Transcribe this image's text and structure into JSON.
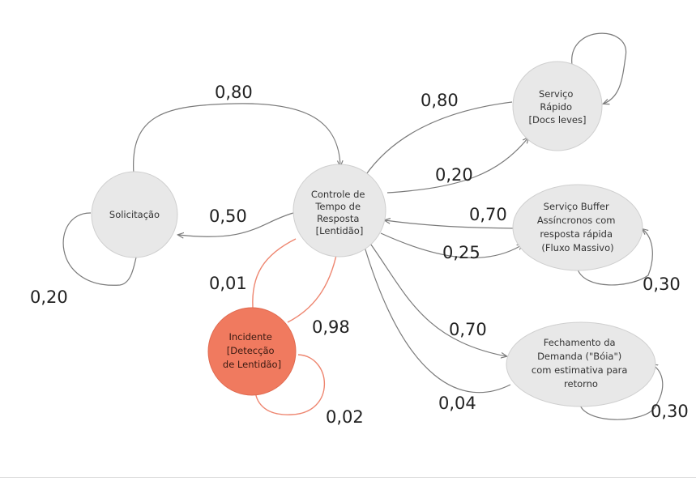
{
  "colors": {
    "node_fill": "#e8e8e8",
    "incident_fill": "#f07a5f",
    "edge_gray": "#7a7a7a",
    "edge_red": "#ee8670"
  },
  "nodes": {
    "solicitacao": [
      "Solicitação"
    ],
    "controle": [
      "Controle de",
      "Tempo de",
      "Resposta",
      "[Lentidão]"
    ],
    "servico_rapido": [
      "Serviço",
      "Rápido",
      "[Docs leves]"
    ],
    "servico_buffer": [
      "Serviço Buffer",
      "Assíncronos com",
      "resposta rápida",
      "(Fluxo Massivo)"
    ],
    "fechamento": [
      "Fechamento  da",
      "Demanda (\"Bóia\")",
      "com estimativa para",
      "retorno"
    ],
    "incidente": [
      "Incidente",
      "[Detecção",
      "de Lentidão]"
    ]
  },
  "transitions": {
    "solicitacao_to_controle": "0,80",
    "solicitacao_self": "0,20",
    "controle_to_solicitacao": "0,50",
    "controle_to_servico_rapido": "0,80",
    "servico_rapido_to_controle": "0,20",
    "controle_to_incidente": "0,01",
    "incidente_to_controle": "0,98",
    "incidente_self": "0,02",
    "servico_buffer_to_controle": "0,70",
    "controle_to_servico_buffer": "0,25",
    "servico_buffer_self": "0,30",
    "controle_to_fechamento": "0,70",
    "fechamento_to_controle": "0,04",
    "fechamento_self": "0,30"
  }
}
